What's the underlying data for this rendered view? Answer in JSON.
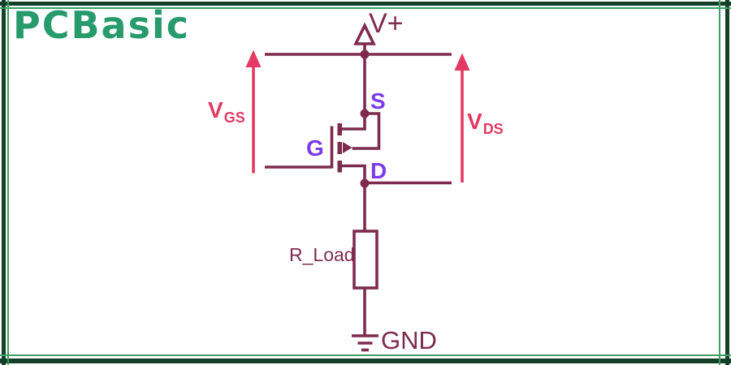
{
  "brand": {
    "logo_text": "PCBasic"
  },
  "colors": {
    "wire": "#7E2B4D",
    "arrow_pink": "#E43962",
    "terminal_purple": "#7B3BEB",
    "logo_green": "#289B6C",
    "frame_dark_green": "#14402A",
    "frame_light_green": "#3D9E63",
    "background": "#FFFFFF"
  },
  "schematic": {
    "supply_label": "V+",
    "terminals": {
      "source": "S",
      "gate": "G",
      "drain": "D"
    },
    "measurements": {
      "gate_source_voltage": {
        "base": "V",
        "subscript": "GS"
      },
      "drain_source_voltage": {
        "base": "V",
        "subscript": "DS"
      }
    },
    "resistor_label": "R_Load",
    "ground_label": "GND"
  }
}
